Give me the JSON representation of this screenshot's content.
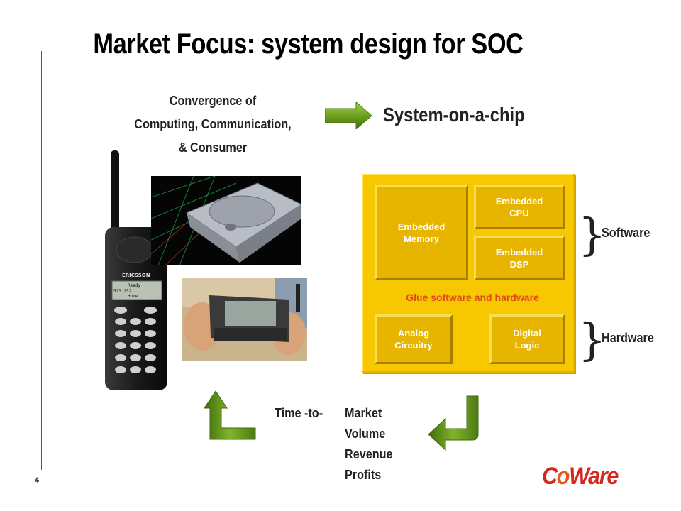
{
  "slide": {
    "title": "Market Focus: system design for SOC",
    "page_number": "4"
  },
  "convergence": {
    "line1": "Convergence of",
    "line2": "Computing, Communication,",
    "line3": "& Consumer"
  },
  "soc_label": "System-on-a-chip",
  "chip": {
    "memory": [
      "Embedded",
      "Memory"
    ],
    "cpu": [
      "Embedded",
      "CPU"
    ],
    "dsp": [
      "Embedded",
      "DSP"
    ],
    "glue": "Glue software and hardware",
    "analog": [
      "Analog",
      "Circuitry"
    ],
    "digital": [
      "Digital",
      "Logic"
    ]
  },
  "labels": {
    "software": "Software",
    "hardware": "Hardware"
  },
  "time_to": {
    "prefix": "Time  -to-",
    "items": [
      "Market",
      "Volume",
      "Revenue",
      "Profits"
    ]
  },
  "phone_text": {
    "brand": "ERICSSON",
    "screen_line1": "Ready",
    "screen_line2": "523   252",
    "screen_line3": "Home"
  },
  "logo": {
    "part1": "C",
    "part2": "o",
    "part3": "Ware"
  },
  "colors": {
    "rule_red": "#c0282d",
    "chip_yellow": "#f7c800",
    "block_gold": "#e7b400",
    "glue_text": "#e04a1a",
    "arrow_green": "#6fa11e",
    "logo_red": "#d4281e"
  }
}
